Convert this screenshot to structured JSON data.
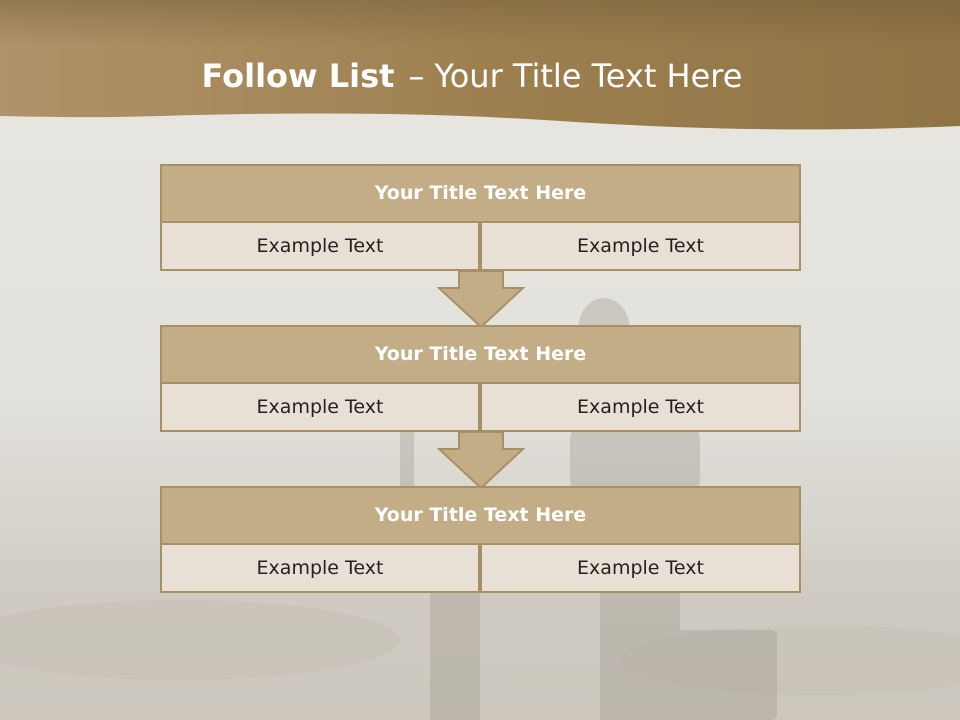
{
  "slide": {
    "title_bold": "Follow List",
    "title_separator": "–",
    "title_rest": "Your Title Text Here"
  },
  "steps": [
    {
      "title": "Your Title Text Here",
      "left": "Example Text",
      "right": "Example Text"
    },
    {
      "title": "Your Title Text Here",
      "left": "Example Text",
      "right": "Example Text"
    },
    {
      "title": "Your Title Text Here",
      "left": "Example Text",
      "right": "Example Text"
    }
  ],
  "colors": {
    "banner": "#9e8050",
    "box_header": "#c2ad87",
    "box_cell": "#e8e0d4",
    "border": "#a98f65"
  },
  "icons": [
    "down-arrow-icon"
  ]
}
